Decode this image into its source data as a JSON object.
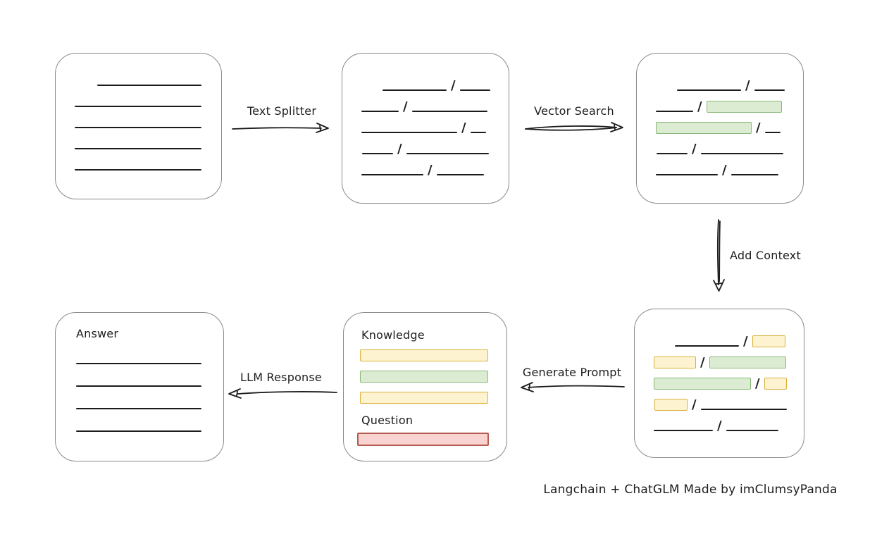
{
  "caption": "Langchain + ChatGLM Made by imClumsyPanda",
  "colors": {
    "box_border": "#8a8a8a",
    "ink": "#1c1c1c",
    "green_fill": "#dcecd3",
    "green_border": "#89b877",
    "yellow_fill": "#fdf3d0",
    "yellow_border": "#d9b13b",
    "red_fill": "#f8d3d0",
    "red_border": "#b75b52"
  },
  "arrows": {
    "text_splitter": {
      "label": "Text Splitter",
      "direction": "right"
    },
    "vector_search": {
      "label": "Vector Search",
      "direction": "right"
    },
    "add_context": {
      "label": "Add Context",
      "direction": "down"
    },
    "generate_prompt": {
      "label": "Generate Prompt",
      "direction": "left"
    },
    "llm_response": {
      "label": "LLM Response",
      "direction": "left"
    }
  },
  "boxes": {
    "document": {
      "lines": [
        {
          "indent": 32,
          "w": 148
        },
        {
          "indent": 0,
          "w": 180
        },
        {
          "indent": 0,
          "w": 180
        },
        {
          "indent": 0,
          "w": 180
        },
        {
          "indent": 0,
          "w": 180
        }
      ]
    },
    "chunks": {
      "rows": [
        {
          "indent": 32,
          "segs": [
            {
              "t": "line",
              "w": 91
            },
            {
              "t": "line",
              "w": 43
            }
          ]
        },
        {
          "indent": 2,
          "segs": [
            {
              "t": "line",
              "w": 53
            },
            {
              "t": "line",
              "w": 107
            }
          ]
        },
        {
          "indent": 2,
          "segs": [
            {
              "t": "line",
              "w": 136
            },
            {
              "t": "line",
              "w": 22
            }
          ]
        },
        {
          "indent": 3,
          "segs": [
            {
              "t": "line",
              "w": 44
            },
            {
              "t": "line",
              "w": 117
            }
          ]
        },
        {
          "indent": 2,
          "segs": [
            {
              "t": "line",
              "w": 88
            },
            {
              "t": "line",
              "w": 67
            }
          ]
        }
      ]
    },
    "vector_results": {
      "rows": [
        {
          "indent": 32,
          "segs": [
            {
              "t": "line",
              "w": 91
            },
            {
              "t": "line",
              "w": 43
            }
          ]
        },
        {
          "indent": 2,
          "segs": [
            {
              "t": "line",
              "w": 53
            },
            {
              "t": "green",
              "w": 107
            }
          ]
        },
        {
          "indent": 2,
          "segs": [
            {
              "t": "green",
              "w": 136
            },
            {
              "t": "line",
              "w": 22
            }
          ]
        },
        {
          "indent": 3,
          "segs": [
            {
              "t": "line",
              "w": 44
            },
            {
              "t": "line",
              "w": 117
            }
          ]
        },
        {
          "indent": 2,
          "segs": [
            {
              "t": "line",
              "w": 88
            },
            {
              "t": "line",
              "w": 67
            }
          ]
        }
      ]
    },
    "context": {
      "rows": [
        {
          "indent": 32,
          "segs": [
            {
              "t": "line",
              "w": 91
            },
            {
              "t": "yellow",
              "w": 47
            }
          ]
        },
        {
          "indent": 2,
          "segs": [
            {
              "t": "yellow",
              "w": 60
            },
            {
              "t": "green",
              "w": 109
            }
          ]
        },
        {
          "indent": 2,
          "segs": [
            {
              "t": "green",
              "w": 138
            },
            {
              "t": "yellow",
              "w": 32
            }
          ]
        },
        {
          "indent": 3,
          "segs": [
            {
              "t": "yellow",
              "w": 47
            },
            {
              "t": "line",
              "w": 122
            }
          ]
        },
        {
          "indent": 2,
          "segs": [
            {
              "t": "line",
              "w": 84
            },
            {
              "t": "line",
              "w": 74
            }
          ]
        }
      ]
    },
    "prompt": {
      "knowledge_label": "Knowledge",
      "question_label": "Question",
      "knowledge_bars": [
        {
          "color": "yellow"
        },
        {
          "color": "green"
        },
        {
          "color": "yellow"
        }
      ],
      "question_bars": [
        {
          "color": "red"
        }
      ]
    },
    "answer": {
      "label": "Answer",
      "lines": [
        {
          "indent": 0,
          "w": 178
        },
        {
          "indent": 0,
          "w": 178
        },
        {
          "indent": 0,
          "w": 178
        },
        {
          "indent": 0,
          "w": 178
        }
      ]
    }
  }
}
